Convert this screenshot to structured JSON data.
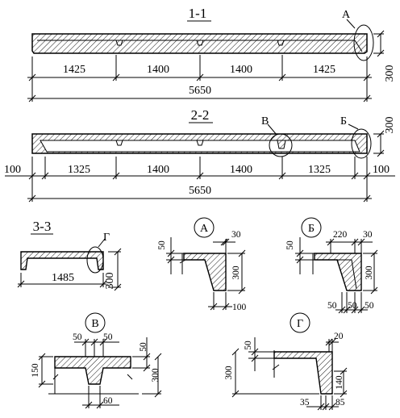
{
  "sections": {
    "s11": {
      "title": "1-1",
      "callout": "А",
      "dims": [
        "1425",
        "1400",
        "1400",
        "1425"
      ],
      "total": "5650",
      "height": "300"
    },
    "s22": {
      "title": "2-2",
      "callout_b": "В",
      "callout_c": "Б",
      "dims": [
        "100",
        "1325",
        "1400",
        "1400",
        "1325",
        "100"
      ],
      "total": "5650",
      "height": "300"
    },
    "s33": {
      "title": "3-3",
      "callout": "Г",
      "width": "1485",
      "height": "300"
    }
  },
  "details": {
    "A": {
      "label": "А",
      "d1": "50",
      "d2": "30",
      "d3": "300",
      "d4": "100"
    },
    "B": {
      "label": "Б",
      "d1": "50",
      "d2": "220",
      "d3": "30",
      "d4": "300",
      "d5": "50",
      "d6": "50",
      "d7": "50"
    },
    "V": {
      "label": "В",
      "d1": "50",
      "d2": "50",
      "d3": "50",
      "d4": "150",
      "d5": "300",
      "d6": "60"
    },
    "G": {
      "label": "Г",
      "d1": "50",
      "d2": "20",
      "d3": "300",
      "d4": "140",
      "d5": "35",
      "d6": "85"
    }
  }
}
